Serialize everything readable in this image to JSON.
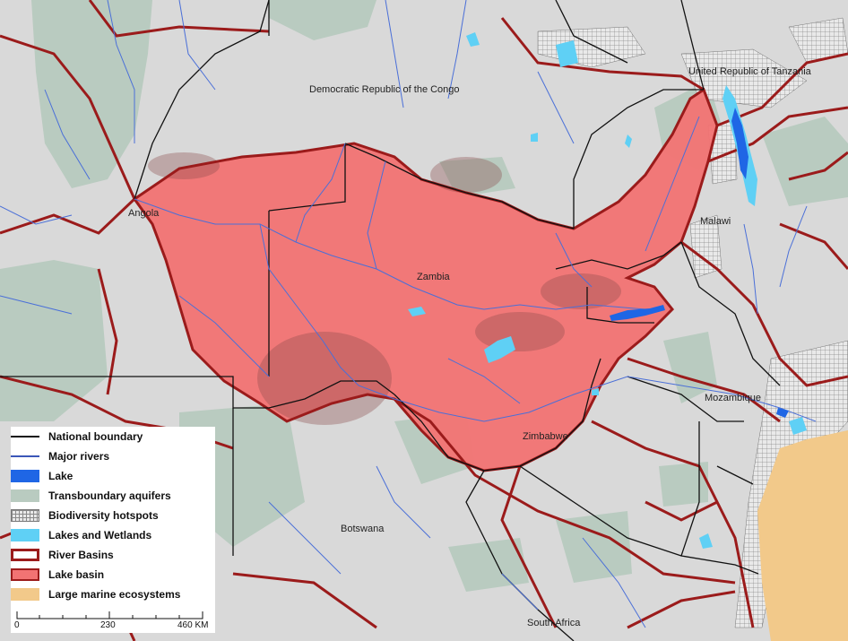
{
  "map": {
    "country_labels": {
      "drc": "Democratic Republic of the Congo",
      "tanzania": "United Republic of Tanzania",
      "angola": "Angola",
      "zambia": "Zambia",
      "malawi": "Malawi",
      "mozambique": "Mozambique",
      "zimbabwe": "Zimbabwe",
      "botswana": "Botswana",
      "south_africa": "South Africa"
    },
    "colors": {
      "land": "#d9d9d9",
      "lake_basin": "#f27373",
      "river_basin_border": "#9b1b1b",
      "national_boundary": "#111111",
      "major_rivers": "#4a6fd8",
      "lake": "#1f66e5",
      "transboundary_aquifers": "#b8cabf",
      "lakes_wetlands": "#5fd0f5",
      "large_marine_ecosystems": "#f2c98a"
    }
  },
  "legend": {
    "items": [
      {
        "label": "National boundary",
        "symbol": "line-black"
      },
      {
        "label": "Major rivers",
        "symbol": "line-blue"
      },
      {
        "label": "Lake",
        "symbol": "fill-blue"
      },
      {
        "label": "Transboundary aquifers",
        "symbol": "fill-aquifer"
      },
      {
        "label": "Biodiversity hotspots",
        "symbol": "hatch-grid"
      },
      {
        "label": "Lakes and Wetlands",
        "symbol": "fill-lightblue"
      },
      {
        "label": "River Basins",
        "symbol": "outline-red"
      },
      {
        "label": "Lake basin",
        "symbol": "fill-red"
      },
      {
        "label": "Large marine ecosystems",
        "symbol": "fill-sand"
      }
    ]
  },
  "scale_bar": {
    "ticks": [
      "0",
      "230",
      "460 KM"
    ]
  }
}
